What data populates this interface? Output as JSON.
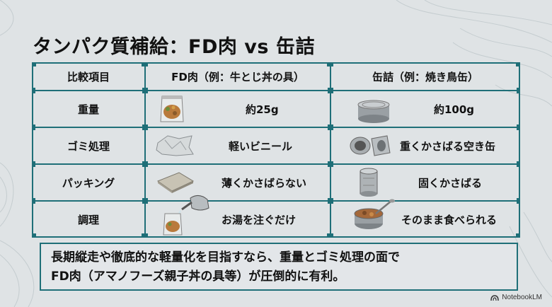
{
  "title": "タンパク質補給：FD肉 vs 缶詰",
  "table": {
    "headers": [
      "比較項目",
      "FD肉（例：牛とじ丼の具）",
      "缶詰（例：焼き鳥缶）"
    ],
    "rows": [
      {
        "item": "重量",
        "fd": "約25g",
        "fd_icon": "fd-meat-pouch-icon",
        "can": "約100g",
        "can_icon": "tin-can-icon"
      },
      {
        "item": "ゴミ処理",
        "fd": "軽いビニール",
        "fd_icon": "crumpled-plastic-bag-icon",
        "can": "重くかさばる空き缶",
        "can_icon": "empty-cans-icon"
      },
      {
        "item": "パッキング",
        "fd": "薄くかさばらない",
        "fd_icon": "flat-pouch-icon",
        "can": "固くかさばる",
        "can_icon": "cylinder-can-icon"
      },
      {
        "item": "調理",
        "fd": "お湯を注ぐだけ",
        "fd_icon": "kettle-pouring-icon",
        "can": "そのまま食べられる",
        "can_icon": "open-can-spoon-icon"
      }
    ]
  },
  "summary": {
    "line1": "長期縦走や徹底的な軽量化を目指すなら、重量とゴミ処理の面で",
    "line2": "FD肉（アマノフーズ親子丼の具等）が圧倒的に有利。"
  },
  "brand": "NotebookLM",
  "colors": {
    "grid": "#1f6f78",
    "background": "#dfe3e5"
  }
}
